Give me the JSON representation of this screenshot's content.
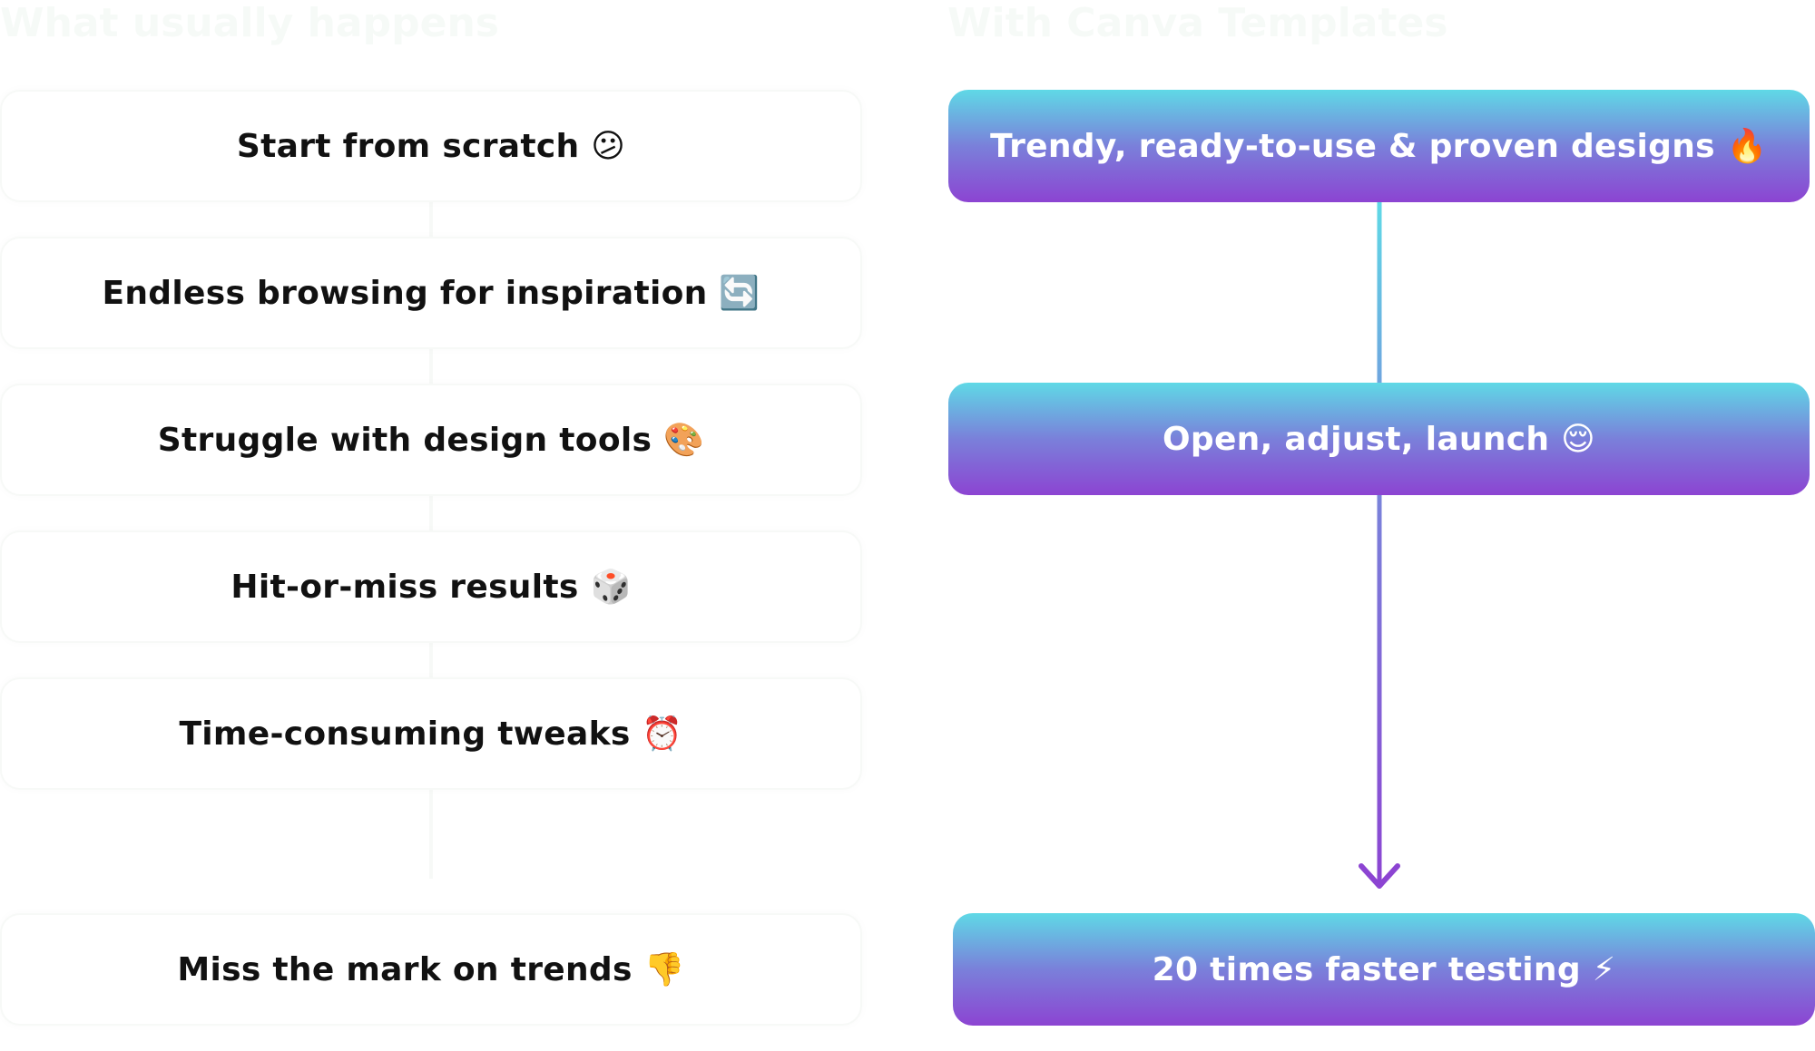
{
  "headings": {
    "left": "What usually happens",
    "right": "With Canva Templates"
  },
  "left_steps": [
    "Start from scratch 😕",
    "Endless browsing for inspiration 🔄",
    "Struggle with design tools 🎨",
    "Hit-or-miss results 🎲",
    "Time-consuming tweaks ⏰",
    "Miss the mark on trends 👎"
  ],
  "right_steps": [
    "Trendy, ready-to-use & proven designs 🔥",
    "Open, adjust, launch 😌",
    "20 times faster testing ⚡"
  ],
  "colors": {
    "gradient_top": "#5fd9e6",
    "gradient_bottom": "#8c44d2",
    "arrow": "#8c44d2"
  }
}
